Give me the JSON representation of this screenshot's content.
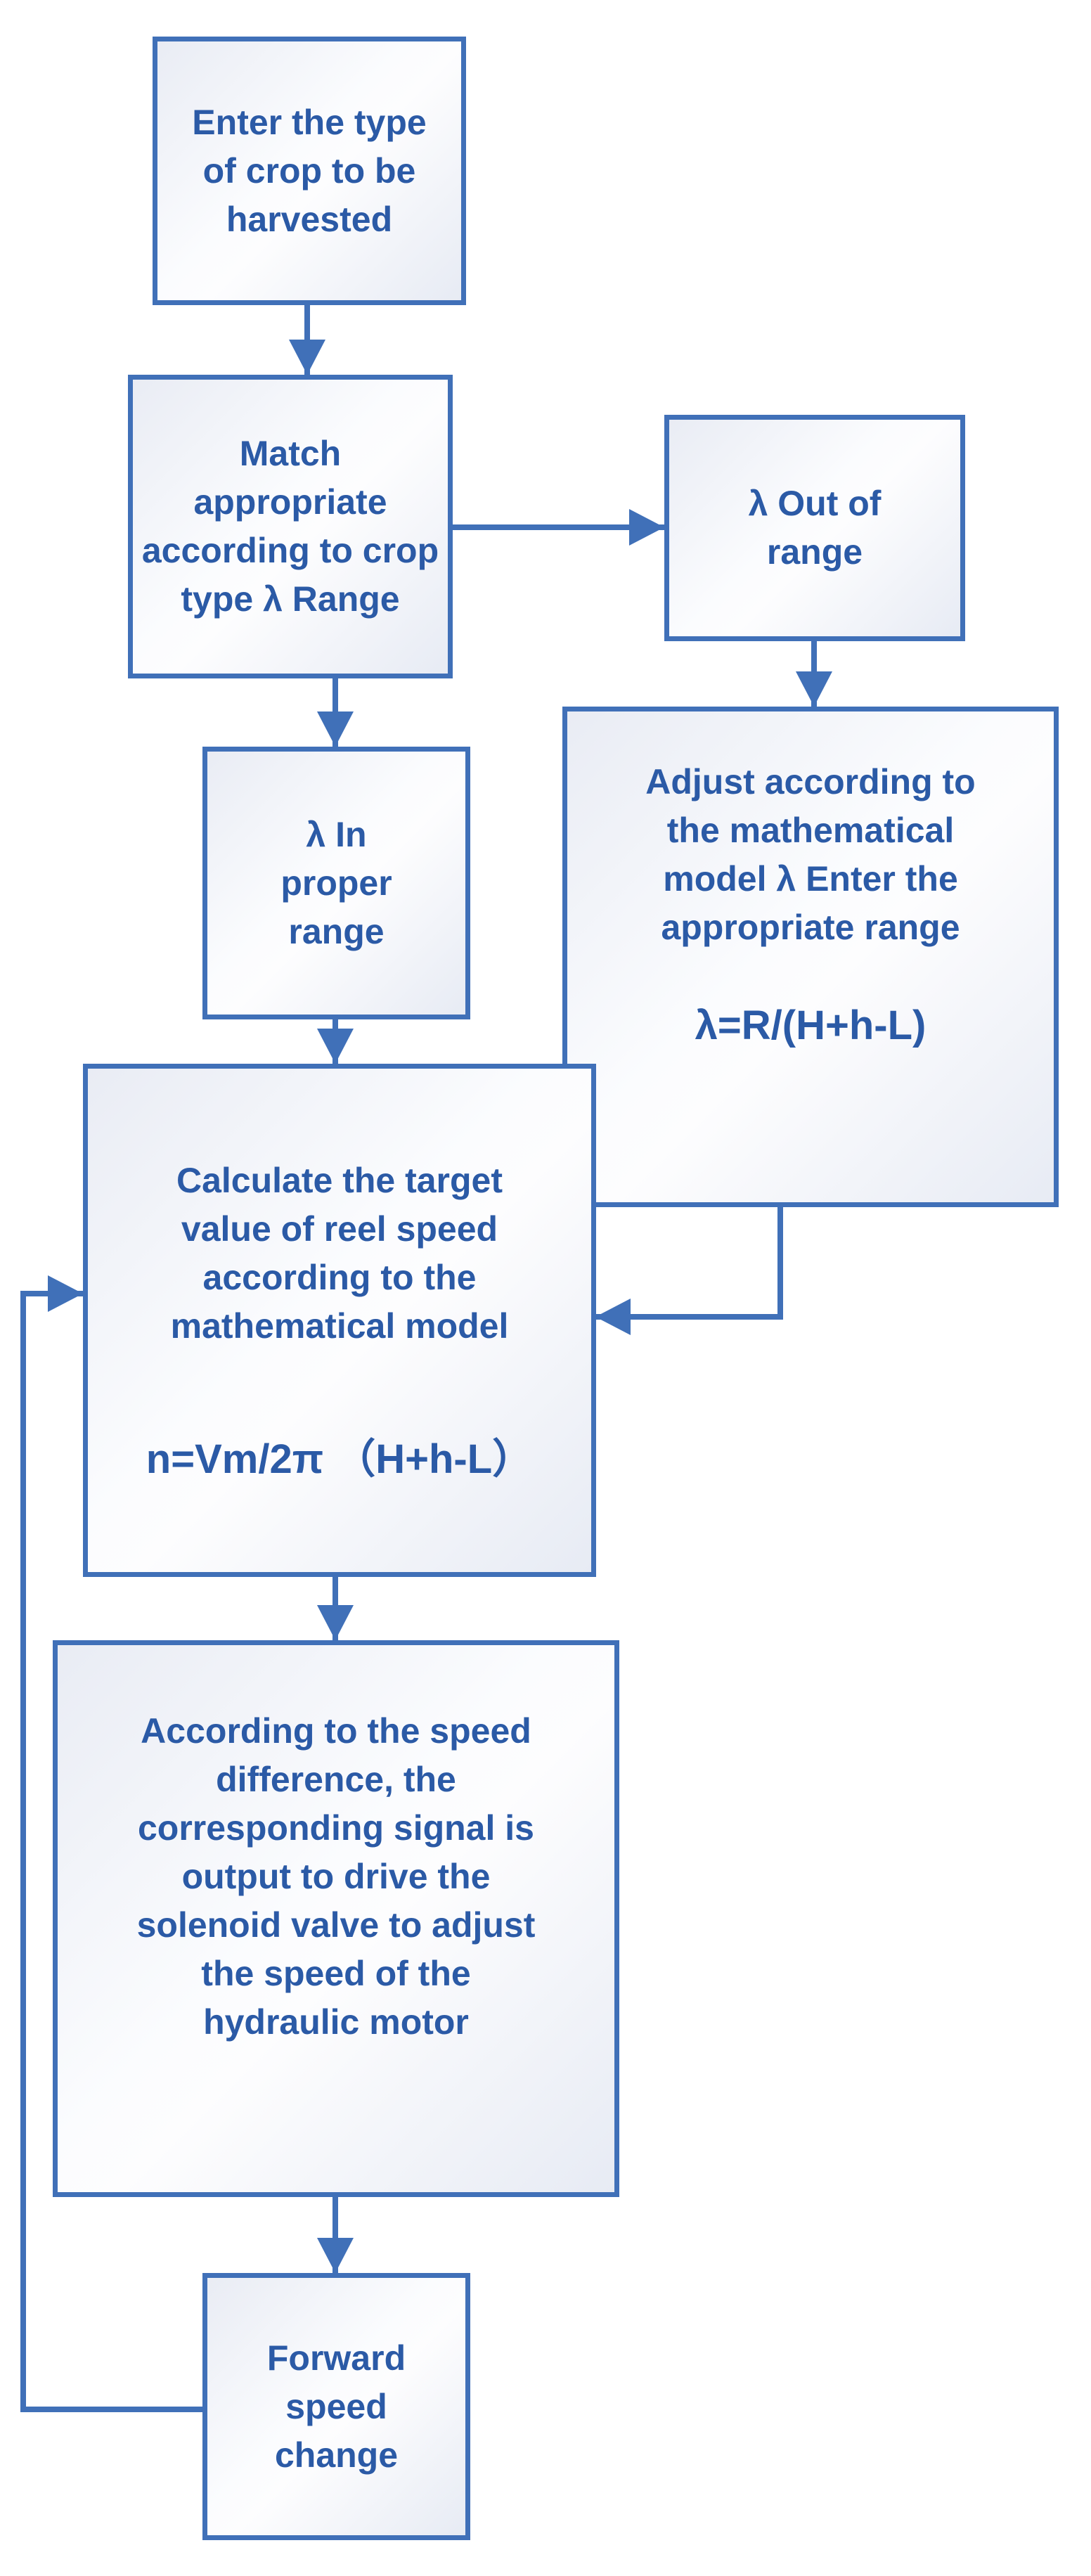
{
  "diagram": {
    "accent_color": "#4070b8",
    "text_color": "#2b5aa6",
    "node_fill_light": "#fdfdfe",
    "node_fill_shade": "#e8ecf4",
    "nodes": {
      "enter_crop": {
        "label": "Enter the type\nof crop to be\nharvested"
      },
      "match_range": {
        "label": "Match\nappropriate\naccording to crop\ntype λ Range"
      },
      "out_of_range": {
        "label": "λ Out of\nrange"
      },
      "in_proper_range": {
        "label": "λ In\nproper\nrange"
      },
      "adjust_model": {
        "label": "Adjust according to\nthe mathematical\nmodel λ Enter the\nappropriate range",
        "formula": "λ=R/(H+h-L)"
      },
      "calculate_target": {
        "label": "Calculate the target\nvalue of reel speed\naccording to the\nmathematical model",
        "formula": "n=Vm/2π （H+h-L）"
      },
      "output_signal": {
        "label": "According to the speed\ndifference, the\ncorresponding signal is\noutput to drive the\nsolenoid valve to adjust\nthe speed of the\nhydraulic motor"
      },
      "forward_speed": {
        "label": "Forward\nspeed\nchange"
      }
    },
    "edges": [
      {
        "from": "enter_crop",
        "to": "match_range"
      },
      {
        "from": "match_range",
        "to": "out_of_range"
      },
      {
        "from": "match_range",
        "to": "in_proper_range"
      },
      {
        "from": "out_of_range",
        "to": "adjust_model"
      },
      {
        "from": "in_proper_range",
        "to": "calculate_target"
      },
      {
        "from": "adjust_model",
        "to": "calculate_target"
      },
      {
        "from": "calculate_target",
        "to": "output_signal"
      },
      {
        "from": "output_signal",
        "to": "forward_speed"
      },
      {
        "from": "forward_speed",
        "to": "calculate_target",
        "type": "feedback-loop"
      }
    ]
  }
}
